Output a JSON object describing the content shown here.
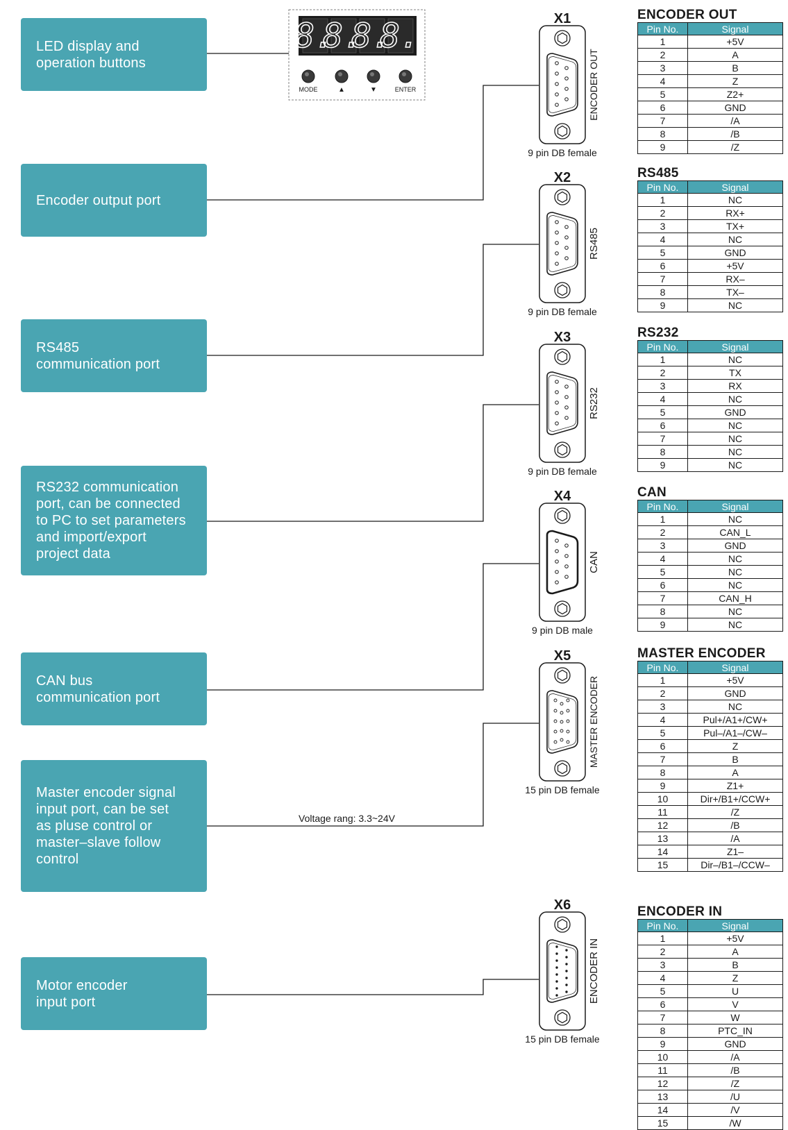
{
  "panel": {
    "display_digits": [
      "8.",
      "8.",
      "8.",
      "8."
    ],
    "buttons": [
      "MODE",
      "▲",
      "▼",
      "ENTER"
    ]
  },
  "boxes": [
    {
      "id": "led",
      "text": "LED display and\noperation buttons"
    },
    {
      "id": "enc-out",
      "text": "Encoder output port"
    },
    {
      "id": "rs485",
      "text": "RS485\ncommunication port"
    },
    {
      "id": "rs232",
      "text": "RS232 communication\nport, can be connected\nto PC to set parameters\nand import/export\nproject data"
    },
    {
      "id": "can",
      "text": "CAN bus\ncommunication port"
    },
    {
      "id": "master",
      "text": "Master encoder signal\ninput port, can be set\nas pluse control or\nmaster–slave follow\ncontrol"
    },
    {
      "id": "motor",
      "text": "Motor encoder\ninput port"
    }
  ],
  "connectors": [
    {
      "label": "X1",
      "side_label": "ENCODER OUT",
      "type_label": "9 pin DB female",
      "pins": 9,
      "gender": "female"
    },
    {
      "label": "X2",
      "side_label": "RS485",
      "type_label": "9 pin DB female",
      "pins": 9,
      "gender": "female"
    },
    {
      "label": "X3",
      "side_label": "RS232",
      "type_label": "9 pin DB female",
      "pins": 9,
      "gender": "female"
    },
    {
      "label": "X4",
      "side_label": "CAN",
      "type_label": "9 pin DB male",
      "pins": 9,
      "gender": "male"
    },
    {
      "label": "X5",
      "side_label": "MASTER ENCODER",
      "type_label": "15 pin DB female",
      "pins": 15,
      "gender": "female-hd"
    },
    {
      "label": "X6",
      "side_label": "ENCODER IN",
      "type_label": "15 pin DB female",
      "pins": 15,
      "gender": "female-2row"
    }
  ],
  "voltage_note": "Voltage rang: 3.3~24V",
  "pin_tables": [
    {
      "title": "ENCODER  OUT",
      "header": [
        "Pin No.",
        "Signal"
      ],
      "rows": [
        [
          "1",
          "+5V"
        ],
        [
          "2",
          "A"
        ],
        [
          "3",
          "B"
        ],
        [
          "4",
          "Z"
        ],
        [
          "5",
          "Z2+"
        ],
        [
          "6",
          "GND"
        ],
        [
          "7",
          "/A"
        ],
        [
          "8",
          "/B"
        ],
        [
          "9",
          "/Z"
        ]
      ]
    },
    {
      "title": "RS485",
      "header": [
        "Pin No.",
        "Signal"
      ],
      "rows": [
        [
          "1",
          "NC"
        ],
        [
          "2",
          "RX+"
        ],
        [
          "3",
          "TX+"
        ],
        [
          "4",
          "NC"
        ],
        [
          "5",
          "GND"
        ],
        [
          "6",
          "+5V"
        ],
        [
          "7",
          "RX–"
        ],
        [
          "8",
          "TX–"
        ],
        [
          "9",
          "NC"
        ]
      ]
    },
    {
      "title": "RS232",
      "header": [
        "Pin No.",
        "Signal"
      ],
      "rows": [
        [
          "1",
          "NC"
        ],
        [
          "2",
          "TX"
        ],
        [
          "3",
          "RX"
        ],
        [
          "4",
          "NC"
        ],
        [
          "5",
          "GND"
        ],
        [
          "6",
          "NC"
        ],
        [
          "7",
          "NC"
        ],
        [
          "8",
          "NC"
        ],
        [
          "9",
          "NC"
        ]
      ]
    },
    {
      "title": "CAN",
      "header": [
        "Pin No.",
        "Signal"
      ],
      "rows": [
        [
          "1",
          "NC"
        ],
        [
          "2",
          "CAN_L"
        ],
        [
          "3",
          "GND"
        ],
        [
          "4",
          "NC"
        ],
        [
          "5",
          "NC"
        ],
        [
          "6",
          "NC"
        ],
        [
          "7",
          "CAN_H"
        ],
        [
          "8",
          "NC"
        ],
        [
          "9",
          "NC"
        ]
      ]
    },
    {
      "title": "MASTER ENCODER",
      "header": [
        "Pin No.",
        "Signal"
      ],
      "rows": [
        [
          "1",
          "+5V"
        ],
        [
          "2",
          "GND"
        ],
        [
          "3",
          "NC"
        ],
        [
          "4",
          "Pul+/A1+/CW+"
        ],
        [
          "5",
          "Pul–/A1–/CW–"
        ],
        [
          "6",
          "Z"
        ],
        [
          "7",
          "B"
        ],
        [
          "8",
          "A"
        ],
        [
          "9",
          "Z1+"
        ],
        [
          "10",
          "Dir+/B1+/CCW+"
        ],
        [
          "11",
          "/Z"
        ],
        [
          "12",
          "/B"
        ],
        [
          "13",
          "/A"
        ],
        [
          "14",
          "Z1–"
        ],
        [
          "15",
          "Dir–/B1–/CCW–"
        ]
      ]
    },
    {
      "title": "ENCODER  IN",
      "header": [
        "Pin No.",
        "Signal"
      ],
      "rows": [
        [
          "1",
          "+5V"
        ],
        [
          "2",
          "A"
        ],
        [
          "3",
          "B"
        ],
        [
          "4",
          "Z"
        ],
        [
          "5",
          "U"
        ],
        [
          "6",
          "V"
        ],
        [
          "7",
          "W"
        ],
        [
          "8",
          "PTC_IN"
        ],
        [
          "9",
          "GND"
        ],
        [
          "10",
          "/A"
        ],
        [
          "11",
          "/B"
        ],
        [
          "12",
          "/Z"
        ],
        [
          "13",
          "/U"
        ],
        [
          "14",
          "/V"
        ],
        [
          "15",
          "/W"
        ]
      ]
    }
  ]
}
